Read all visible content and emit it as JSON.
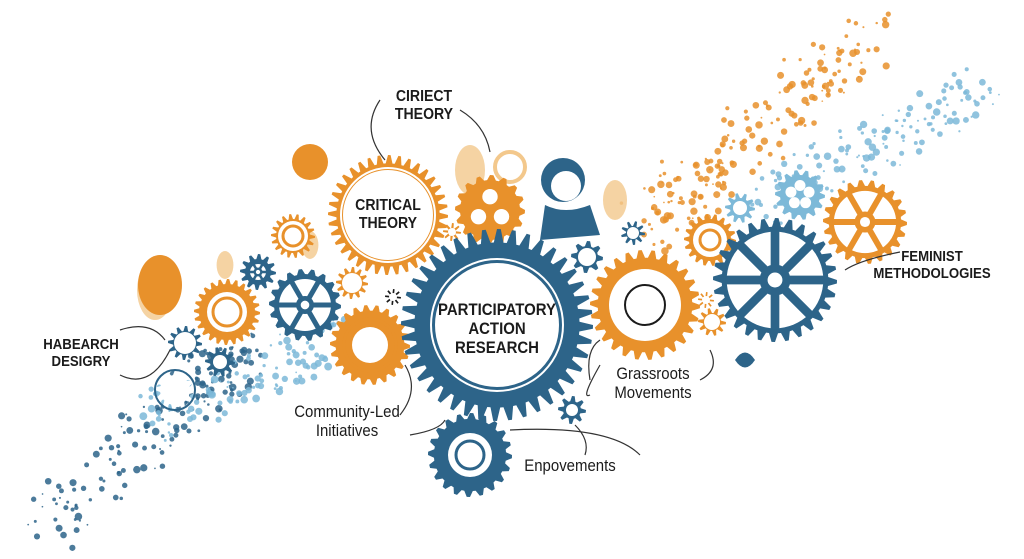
{
  "colors": {
    "blue": "#2d6489",
    "orange": "#e8912b",
    "light_blue": "#7db9d8",
    "pale_orange": "#f3c88c",
    "ink": "#1b1b1b"
  },
  "labels": {
    "top_theory": "CIRIECT\nTHEORY",
    "critical_theory": "CRITICAL\nTHEORY",
    "participatory_action_research": "PARTICIPATORY\nACTION\nRESEARCH",
    "research_design": "HABEARCH\nDESIGRY",
    "community_led": "Community-Led\nInitiatives",
    "grassroots": "Grassroots\nMovements",
    "empowerments": "Enpovements",
    "feminist": "FEMINIST\nMETHODOLOGIES"
  },
  "icons": [
    "gear-icon",
    "person-icon",
    "globe-icon",
    "fist-icon",
    "bug-icon",
    "hand-icon"
  ]
}
